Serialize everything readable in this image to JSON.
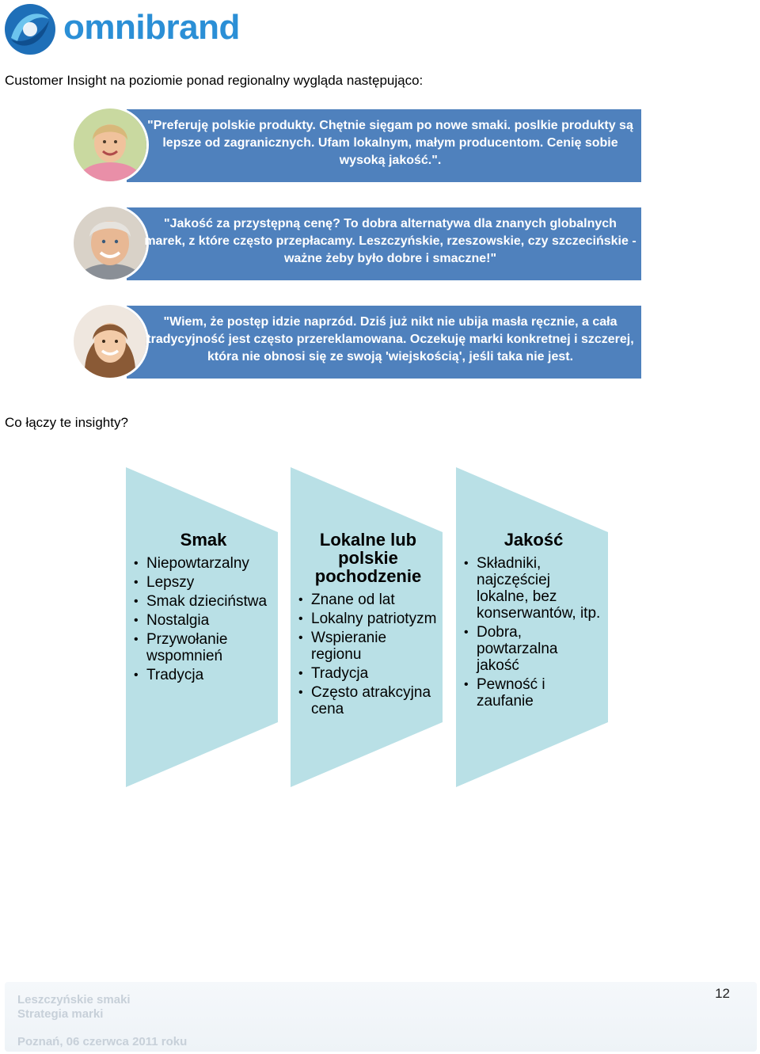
{
  "logo": {
    "text": "omnibrand"
  },
  "intro_text": "Customer Insight na poziomie ponad regionalny wygląda następująco:",
  "quotes": [
    {
      "text": "\"Preferuję polskie produkty. Chętnie sięgam po nowe smaki. poslkie produkty są lepsze od zagranicznych. Ufam lokalnym, małym producentom. Cenię sobie wysoką jakość.\"."
    },
    {
      "text": "\"Jakość za przystępną cenę? To dobra alternatywa dla znanych globalnych marek, z które często przepłacamy. Leszczyńskie, rzeszowskie, czy szczecińskie - ważne żeby było dobre i smaczne!\""
    },
    {
      "text": "\"Wiem, że postęp idzie naprzód. Dziś już nikt nie ubija masła ręcznie, a cała tradycyjność jest często przereklamowana. Oczekuję marki konkretnej i szczerej, która nie obnosi się ze swoją 'wiejskością', jeśli taka nie jest."
    }
  ],
  "question": "Co łączy te insighty?",
  "panels": [
    {
      "title": "Smak",
      "items": [
        "Niepowtarzalny",
        "Lepszy",
        "Smak dzieciństwa",
        "Nostalgia",
        "Przywołanie wspomnień",
        "Tradycja"
      ]
    },
    {
      "title": "Lokalne lub polskie pochodzenie",
      "items": [
        "Znane od lat",
        "Lokalny patriotyzm",
        "Wspieranie regionu",
        "Tradycja",
        "Często atrakcyjna cena"
      ]
    },
    {
      "title": "Jakość",
      "items": [
        "Składniki, najczęściej lokalne, bez konserwantów, itp.",
        "Dobra, powtarzalna jakość",
        "Pewność i zaufanie"
      ]
    }
  ],
  "footer": {
    "line1": "Leszczyńskie smaki",
    "line2": "Strategia marki",
    "line3": "Poznań, 06 czerwca 2011 roku",
    "page_number": "12"
  },
  "colors": {
    "brand_blue": "#2b8fd6",
    "quote_bar": "#4f81bd",
    "panel_fill": "#b9e0e6"
  }
}
